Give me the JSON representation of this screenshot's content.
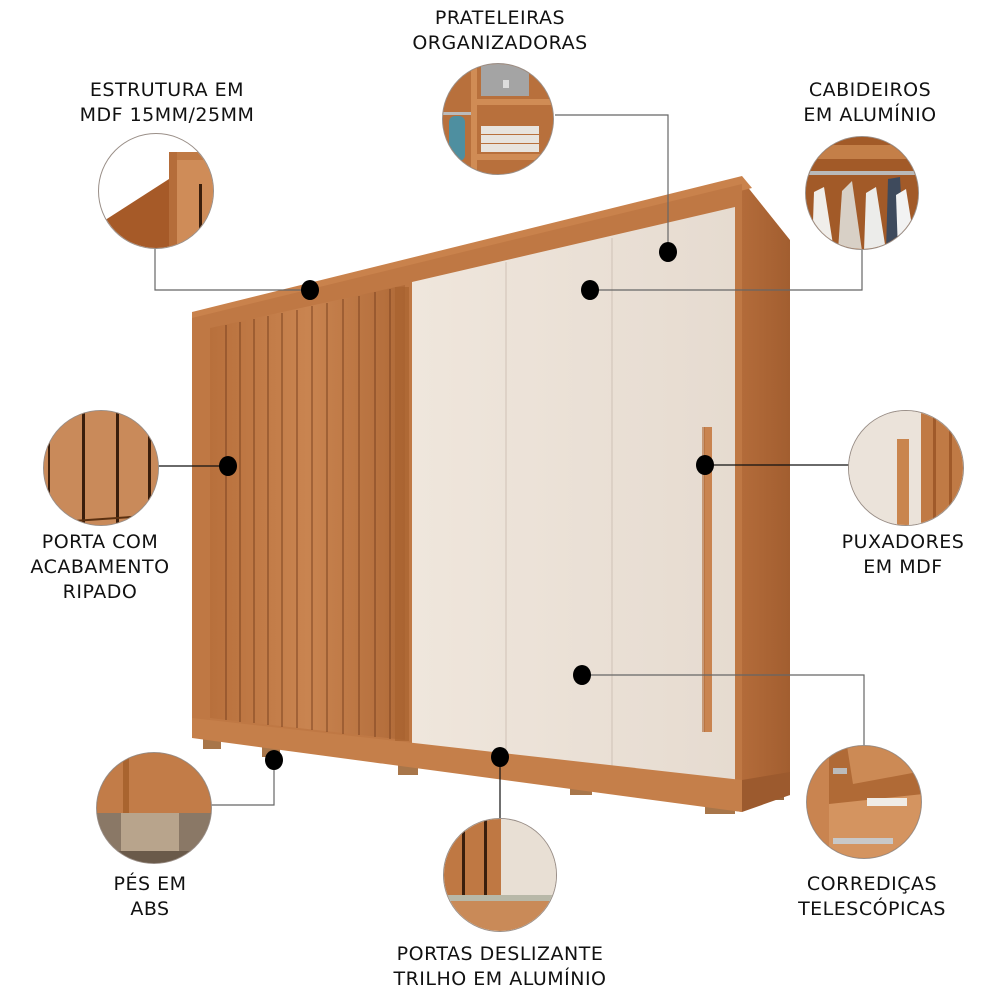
{
  "product": {
    "name": "wardrobe-sliding-doors",
    "colors": {
      "wood": "#c07a45",
      "wood_dark": "#9c5a2e",
      "wood_light": "#d69a66",
      "offwhite": "#ece2d8",
      "dot": "#000000",
      "line": "#555555"
    }
  },
  "features": [
    {
      "id": "estrutura",
      "lines": [
        "ESTRUTURA EM",
        "MDF 15MM/25MM"
      ]
    },
    {
      "id": "prateleiras",
      "lines": [
        "PRATELEIRAS",
        "ORGANIZADORAS"
      ]
    },
    {
      "id": "cabideiros",
      "lines": [
        "CABIDEIROS",
        "EM ALUMÍNIO"
      ]
    },
    {
      "id": "porta-ripada",
      "lines": [
        "PORTA COM",
        "ACABAMENTO",
        "RIPADO"
      ]
    },
    {
      "id": "puxadores",
      "lines": [
        "PUXADORES",
        "EM MDF"
      ]
    },
    {
      "id": "pes",
      "lines": [
        "PÉS EM",
        "ABS"
      ]
    },
    {
      "id": "portas-deslizantes",
      "lines": [
        "PORTAS DESLIZANTE",
        "TRILHO EM ALUMÍNIO"
      ]
    },
    {
      "id": "corredicas",
      "lines": [
        "CORREDIÇAS",
        "TELESCÓPICAS"
      ]
    }
  ]
}
